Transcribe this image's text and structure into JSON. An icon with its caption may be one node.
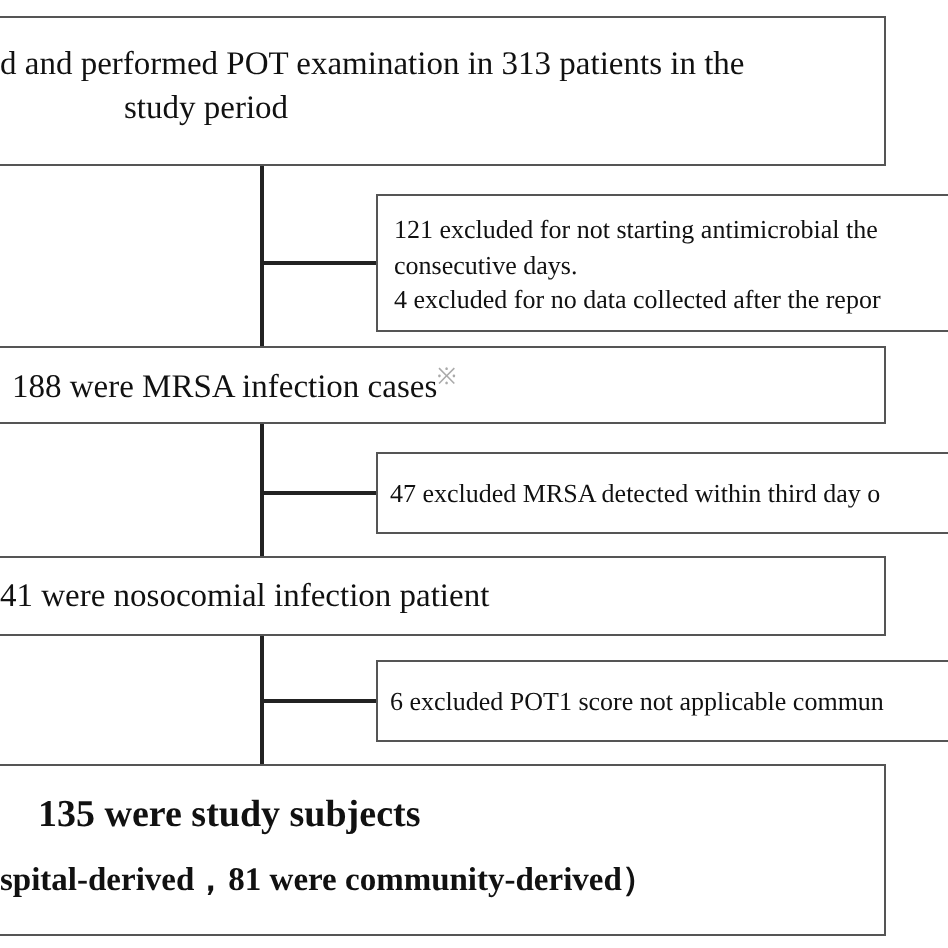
{
  "diagram": {
    "nodes": [
      {
        "text": [
          "d and performed POT examination in 313 patients in the study period"
        ]
      },
      {
        "text": [
          "121 excluded for not starting antimicrobial the consecutive days.",
          "4 excluded for no data collected after the repor"
        ]
      },
      {
        "text": [
          "188 were MRSA infection cases$^{※}$"
        ]
      },
      {
        "text": [
          "47 excluded MRSA detected within third day o"
        ]
      },
      {
        "text": [
          "41 were nosocomial infection patient"
        ]
      },
      {
        "text": [
          "6 excluded POT1 score not applicable commun"
        ]
      },
      {
        "text": [
          "135 were study subjects",
          "spital-derived，81 were community-derived）"
        ]
      }
    ],
    "edges": [
      {
        "from": 0,
        "to": 2,
        "arrow": "none"
      },
      {
        "from": 0,
        "to": 1,
        "arrow": "none"
      },
      {
        "from": 2,
        "to": 4,
        "arrow": "none"
      },
      {
        "from": 2,
        "to": 3,
        "arrow": "none"
      },
      {
        "from": 4,
        "to": 6,
        "arrow": "none"
      },
      {
        "from": 4,
        "to": 5,
        "arrow": "none"
      }
    ]
  }
}
